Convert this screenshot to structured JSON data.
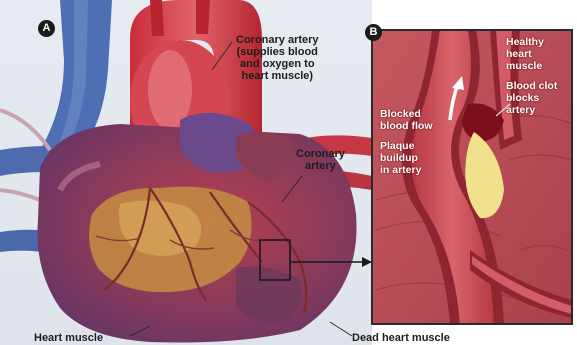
{
  "panel_a": {
    "badge": "A",
    "coronary_artery_label": [
      "Coronary artery",
      "(supplies blood",
      "and oxygen to",
      "heart muscle)"
    ],
    "coronary_artery_right_label": [
      "Coronary",
      "artery"
    ],
    "heart_muscle_label": "Heart muscle",
    "dead_heart_muscle_label": "Dead heart muscle"
  },
  "panel_b": {
    "badge": "B",
    "healthy_label": [
      "Healthy",
      "heart",
      "muscle"
    ],
    "blood_clot_label": [
      "Blood clot",
      "blocks",
      "artery"
    ],
    "blocked_flow_label": [
      "Blocked",
      "blood flow"
    ],
    "plaque_label": [
      "Plaque",
      "buildup",
      "in artery"
    ]
  },
  "colors": {
    "heart_red": "#c23a44",
    "heart_purple": "#6b4470",
    "vessel_blue": "#4f6fb4",
    "dead_tissue_orange": "#c28a43",
    "plaque_yellow": "#f1e18d",
    "panel_b_background": "#c2575f"
  }
}
